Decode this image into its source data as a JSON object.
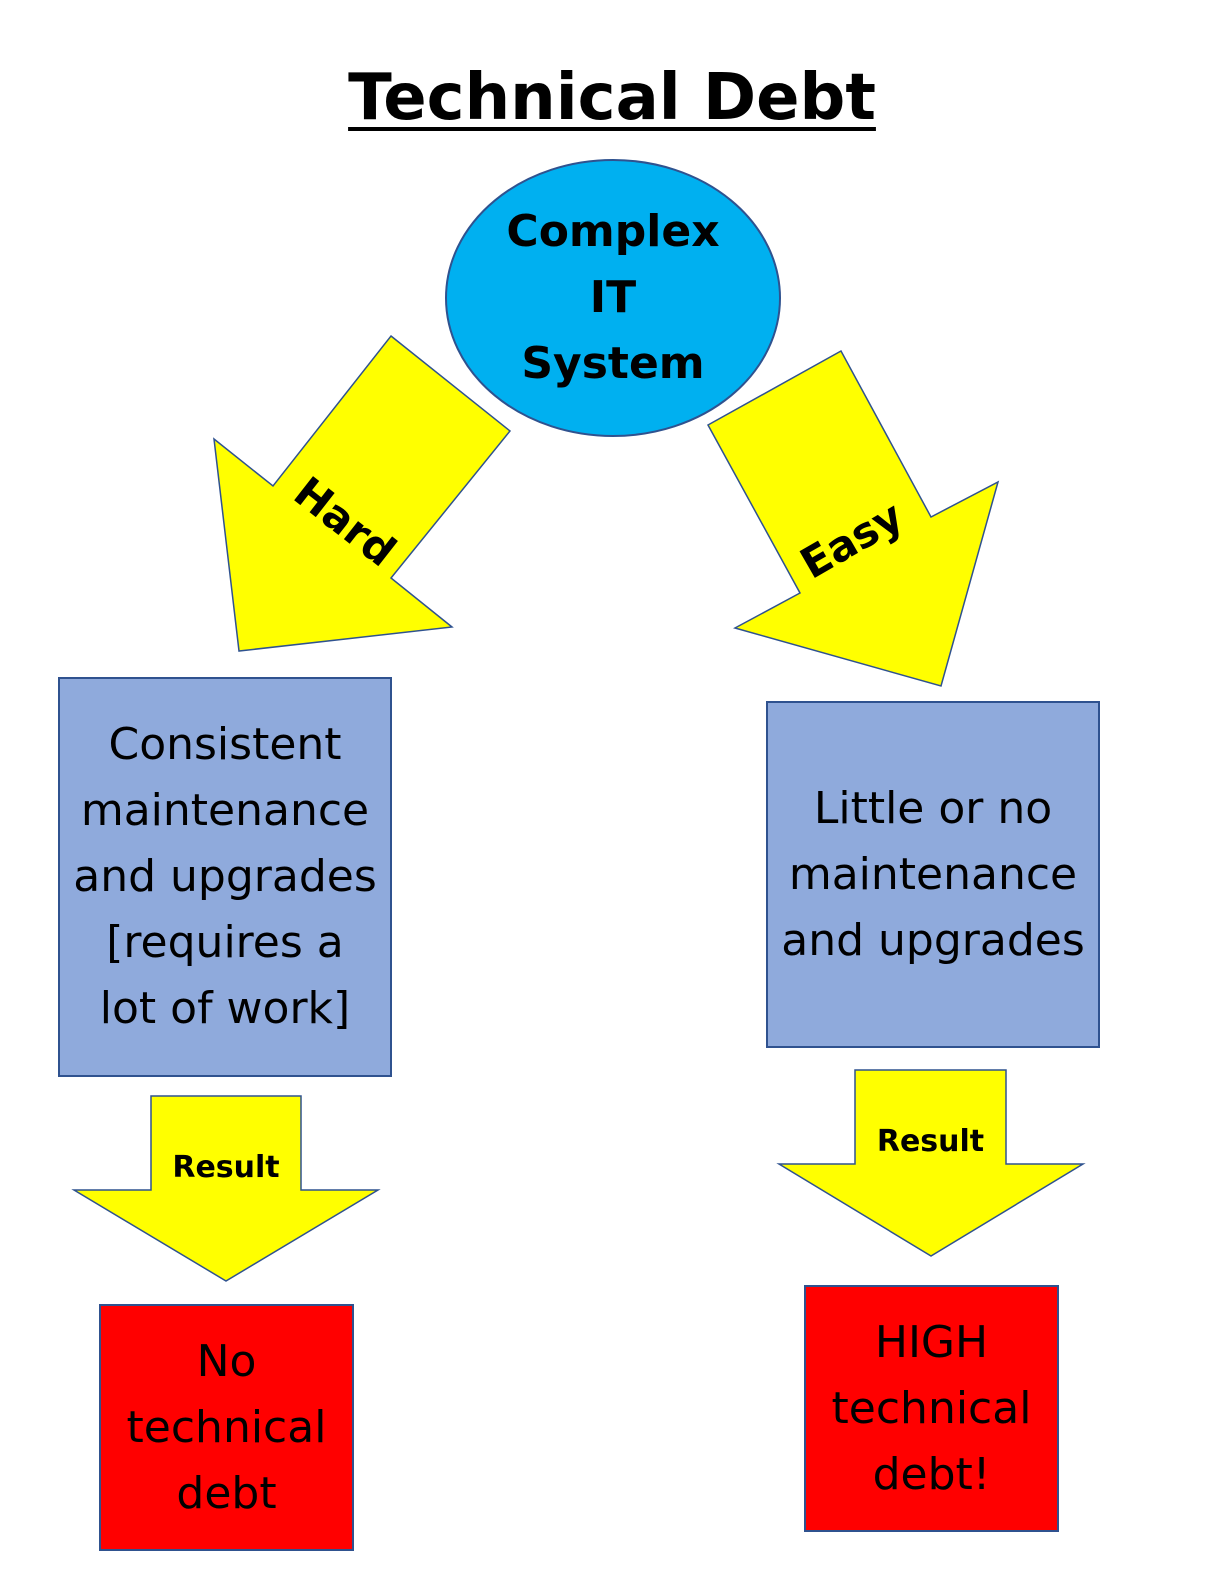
{
  "title": "Technical Debt",
  "root": {
    "label": "Complex\nIT\nSystem",
    "color": "#00b0f0"
  },
  "branches": {
    "left": {
      "arrow_label": "Hard",
      "action": "Consistent\nmaintenance\nand upgrades\n[requires a\nlot of work]",
      "result_label": "Result",
      "outcome": "No\ntechnical\ndebt"
    },
    "right": {
      "arrow_label": "Easy",
      "action": "Little or no\nmaintenance\nand upgrades",
      "result_label": "Result",
      "outcome": "HIGH\ntechnical\ndebt!"
    }
  },
  "colors": {
    "arrow": "#ffff00",
    "action_box": "#8faadc",
    "outcome_box": "#ff0000",
    "border": "#2f528f"
  }
}
